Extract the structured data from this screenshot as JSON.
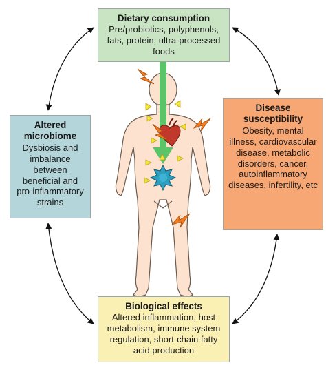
{
  "dietary": {
    "title": "Dietary consumption",
    "desc": "Pre/probiotics, polyphenols, fats, protein, ultra-processed foods"
  },
  "disease": {
    "title": "Disease susceptibility",
    "desc": "Obesity, mental illness, cardiovascular disease, metabolic disorders, cancer, autoinflammatory diseases, infertility, etc"
  },
  "microbiome": {
    "title": "Altered microbiome",
    "desc": "Dysbiosis and imbalance between beneficial and pro-inflammatory strains"
  },
  "biological": {
    "title": "Biological effects",
    "desc": "Altered inflammation, host metabolism, immune system regulation, short-chain fatty acid production"
  },
  "colors": {
    "dietary_box": "#c9e4c2",
    "disease_box": "#f7a774",
    "microbiome_box": "#b4d5d9",
    "biological_box": "#faf0b4",
    "body_fill": "#fde3cf",
    "arrow_green": "#5cc468",
    "lightning": "#f47c20",
    "marker_yellow": "#f5e53a",
    "microbe_blue": "#2c9fc0",
    "heart_red": "#c0392b"
  },
  "icons": [
    "human-body-icon",
    "heart-icon",
    "microbe-icon",
    "lightning-icon",
    "triangle-marker-icon"
  ]
}
